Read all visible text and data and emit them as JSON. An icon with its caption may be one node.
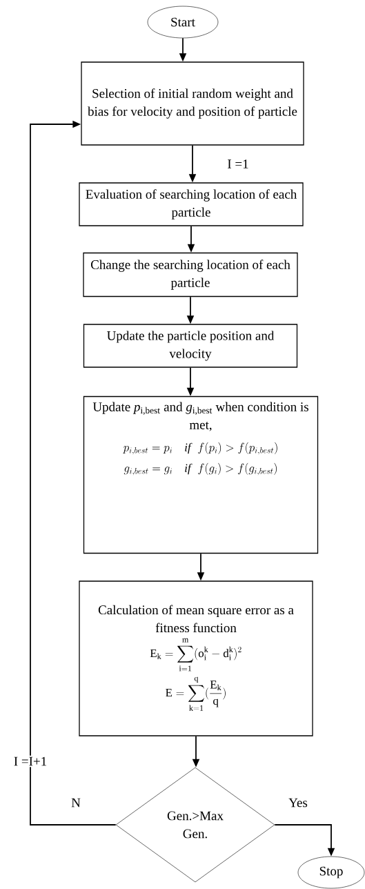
{
  "diagram": {
    "nodes": [
      {
        "text": [
          "Start"
        ]
      },
      {
        "text": [
          "Selection of initial random weight and bias for velocity and position of particle"
        ]
      },
      {
        "text": [
          "Evaluation of searching location of each particle"
        ]
      },
      {
        "text": [
          "Change the searching location of each particle"
        ]
      },
      {
        "text": [
          "Update the particle position and velocity"
        ]
      },
      {
        "text": [
          "Update *p*$_{i,best}$ and *g*$_{i,best}$ when condition is met,",
          "p_{i,best} = p_i \\quad \\mathit{if}\\;\\; f(p_i) > f(p_{i,best})",
          "g_{i,best} = g_i \\quad \\mathit{if}\\;\\; f(g_i) > f(g_{i,best})"
        ]
      },
      {
        "text": [
          "Calculation of mean square error as a fitness function",
          "\\mathrm{E_k} = \\sum_{\\mathrm{i=1}}^{\\mathrm{m}} (\\mathrm{o_i^k} - \\mathrm{d_i^k})^2",
          "\\mathrm{E} = \\sum_{\\mathrm{k=1}}^{\\mathrm{q}} (\\frac{\\mathrm{E_k}}{\\mathrm{q}})"
        ]
      },
      {
        "text": [
          "Gen.>Max Gen."
        ]
      },
      {
        "text": [
          "Stop"
        ]
      }
    ],
    "edges": [
      {
        "from": 0,
        "to": 1,
        "arrow": "to"
      },
      {
        "from": 1,
        "to": 2,
        "arrow": "to",
        "label": "I =1"
      },
      {
        "from": 2,
        "to": 3,
        "arrow": "to"
      },
      {
        "from": 3,
        "to": 4,
        "arrow": "to"
      },
      {
        "from": 4,
        "to": 5,
        "arrow": "to"
      },
      {
        "from": 5,
        "to": 6,
        "arrow": "to"
      },
      {
        "from": 6,
        "to": 7,
        "arrow": "to"
      },
      {
        "from": 7,
        "to": 8,
        "arrow": "to",
        "label": "Yes"
      },
      {
        "from": 7,
        "to": 1,
        "arrow": "to",
        "label": "I =I+1"
      }
    ],
    "labels": [
      "N"
    ]
  }
}
